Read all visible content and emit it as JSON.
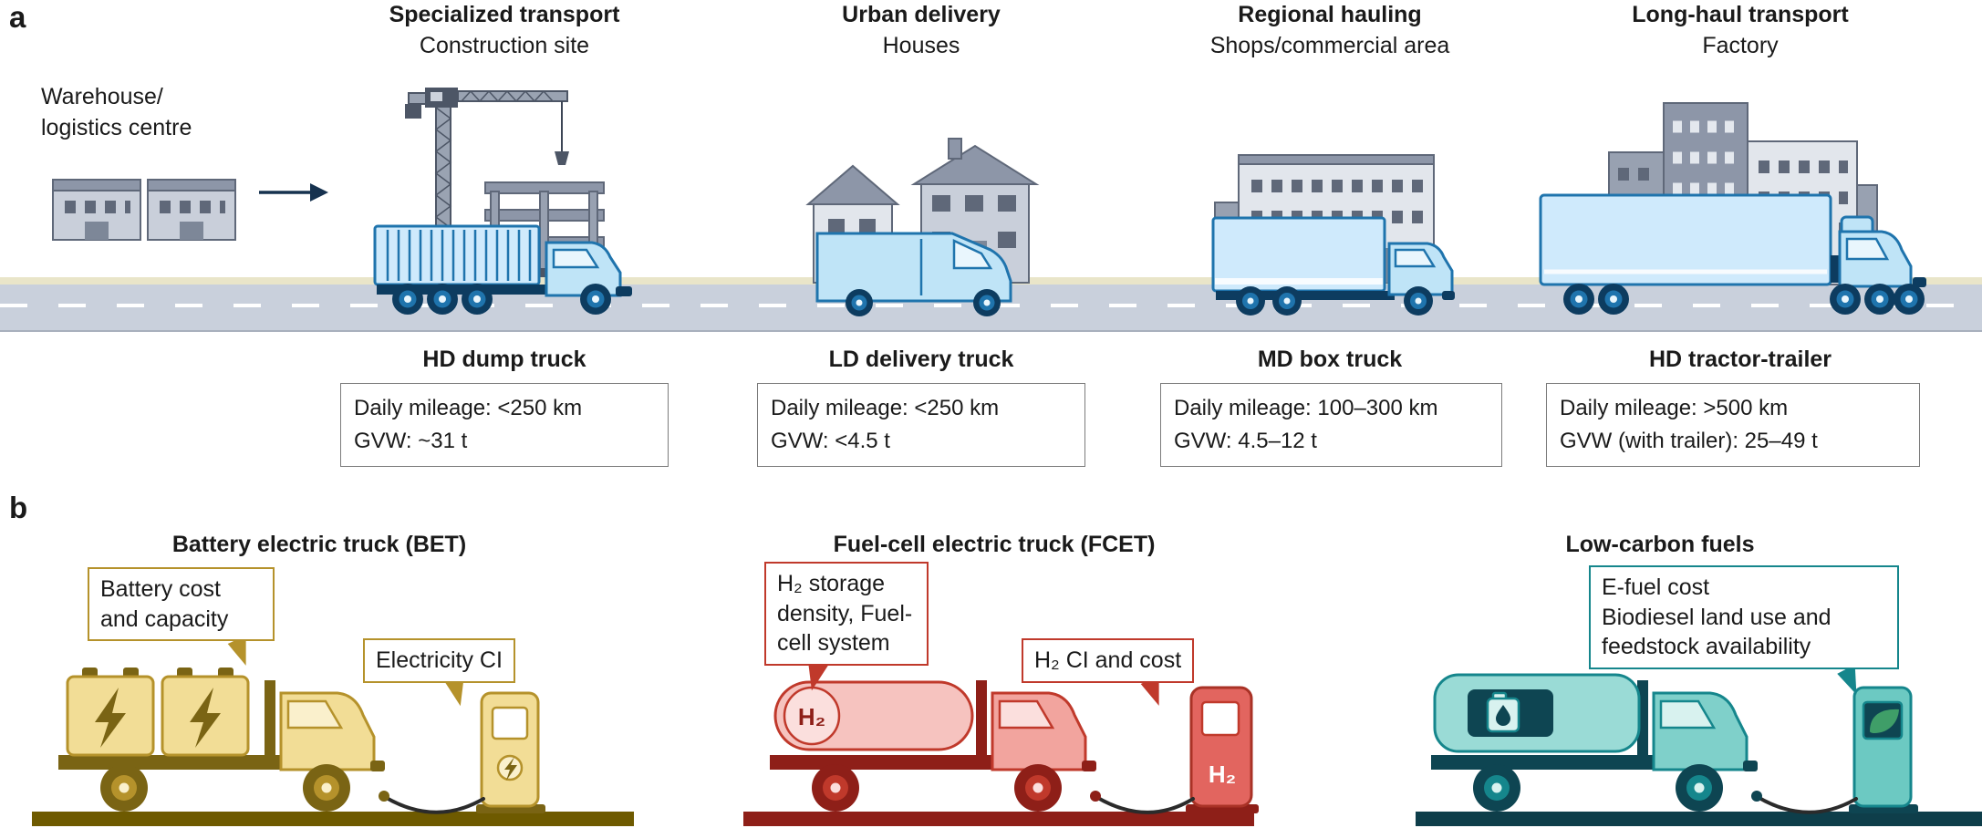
{
  "panel_a": {
    "label": "a",
    "warehouse_label": {
      "line1": "Warehouse/",
      "line2": "logistics centre"
    },
    "columns": [
      {
        "title": "Specialized transport",
        "subtitle": "Construction site",
        "truck_name": "HD dump truck",
        "spec_line1": "Daily mileage: <250 km",
        "spec_line2": "GVW: ~31 t"
      },
      {
        "title": "Urban delivery",
        "subtitle": "Houses",
        "truck_name": "LD delivery truck",
        "spec_line1": "Daily mileage: <250 km",
        "spec_line2": "GVW: <4.5 t"
      },
      {
        "title": "Regional hauling",
        "subtitle": "Shops/commercial area",
        "truck_name": "MD box truck",
        "spec_line1": "Daily mileage: 100–300 km",
        "spec_line2": "GVW: 4.5–12 t"
      },
      {
        "title": "Long-haul transport",
        "subtitle": "Factory",
        "truck_name": "HD tractor-trailer",
        "spec_line1": "Daily mileage: >500 km",
        "spec_line2": "GVW (with trailer): 25–49 t"
      }
    ]
  },
  "panel_b": {
    "label": "b",
    "columns": [
      {
        "title": "Battery electric truck (BET)",
        "callout_primary": "Battery cost and capacity",
        "callout_secondary": "Electricity CI"
      },
      {
        "title": "Fuel-cell electric truck (FCET)",
        "callout_primary": "H₂ storage density, Fuel-cell system",
        "callout_secondary": "H₂ CI and cost",
        "tank_label": "H₂",
        "pump_label": "H₂"
      },
      {
        "title": "Low-carbon fuels",
        "callout_line1": "E-fuel cost",
        "callout_line2": "Biodiesel land use and feedstock availability"
      }
    ]
  },
  "icons": {
    "flow-arrow-icon": "→",
    "lightning-bolt-icon": "⚡",
    "fuel-drop-icon": "💧",
    "leaf-icon": "🍃"
  },
  "colors": {
    "truck_blue": "#bfe4f7",
    "truck_blue_accent": "#1f74ad",
    "truck_blue_dark": "#0d3c60",
    "road_gray": "#c9d0dc",
    "bet_yellow": "#f2dd96",
    "bet_accent": "#b5922b",
    "bet_ground": "#6e5a00",
    "fcet_pink": "#f2a49e",
    "fcet_accent": "#c0392b",
    "fcet_ground": "#8e1f18",
    "lcf_teal": "#7fd0ca",
    "lcf_accent": "#15868c",
    "lcf_ground": "#0e3e4a"
  }
}
